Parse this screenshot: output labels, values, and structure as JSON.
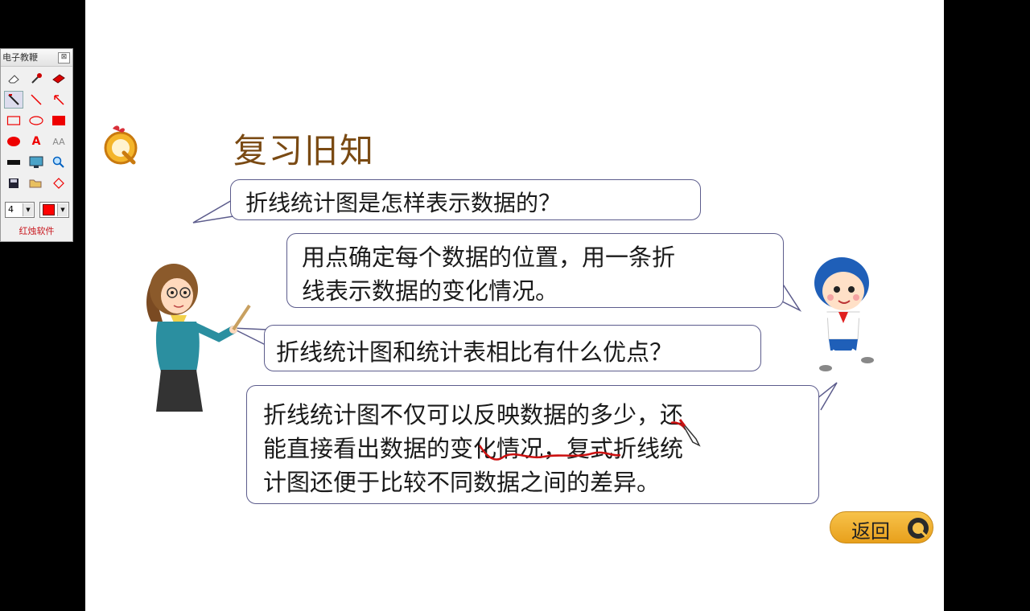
{
  "toolbox": {
    "title": "电子教鞭",
    "close_glyph": "⊠",
    "pen_size": "4",
    "pen_color": "#ff0000",
    "brand": "红烛软件",
    "tools": [
      "eraser-icon",
      "pipette-icon",
      "highlighter-icon",
      "pen-icon",
      "line-icon",
      "arrow-icon",
      "rectangle-icon",
      "ellipse-icon",
      "filled-rectangle-icon",
      "filled-ellipse-icon",
      "text-icon",
      "font-size-icon",
      "bar-icon",
      "screen-icon",
      "magnifier-icon",
      "save-icon",
      "open-folder-icon",
      "diamond-icon"
    ],
    "text_tool_glyph": "A",
    "font_tool_glyph": "AA"
  },
  "slide": {
    "heading": "复习旧知",
    "q1": "折线统计图是怎样表示数据的？",
    "a1_line1": "用点确定每个数据的位置，用一条折",
    "a1_line2": "线表示数据的变化情况。",
    "q2": "折线统计图和统计表相比有什么优点？",
    "a2_line1": "折线统计图不仅可以反映数据的多少，还",
    "a2_line2": "能直接看出数据的变化情况，复式折线统",
    "a2_line3": "计图还便于比较不同数据之间的差异。",
    "return_label": "返回",
    "accent": "#7a4a13",
    "bubble_border": "#5c5c8c",
    "annotation_color": "#cc1111"
  }
}
